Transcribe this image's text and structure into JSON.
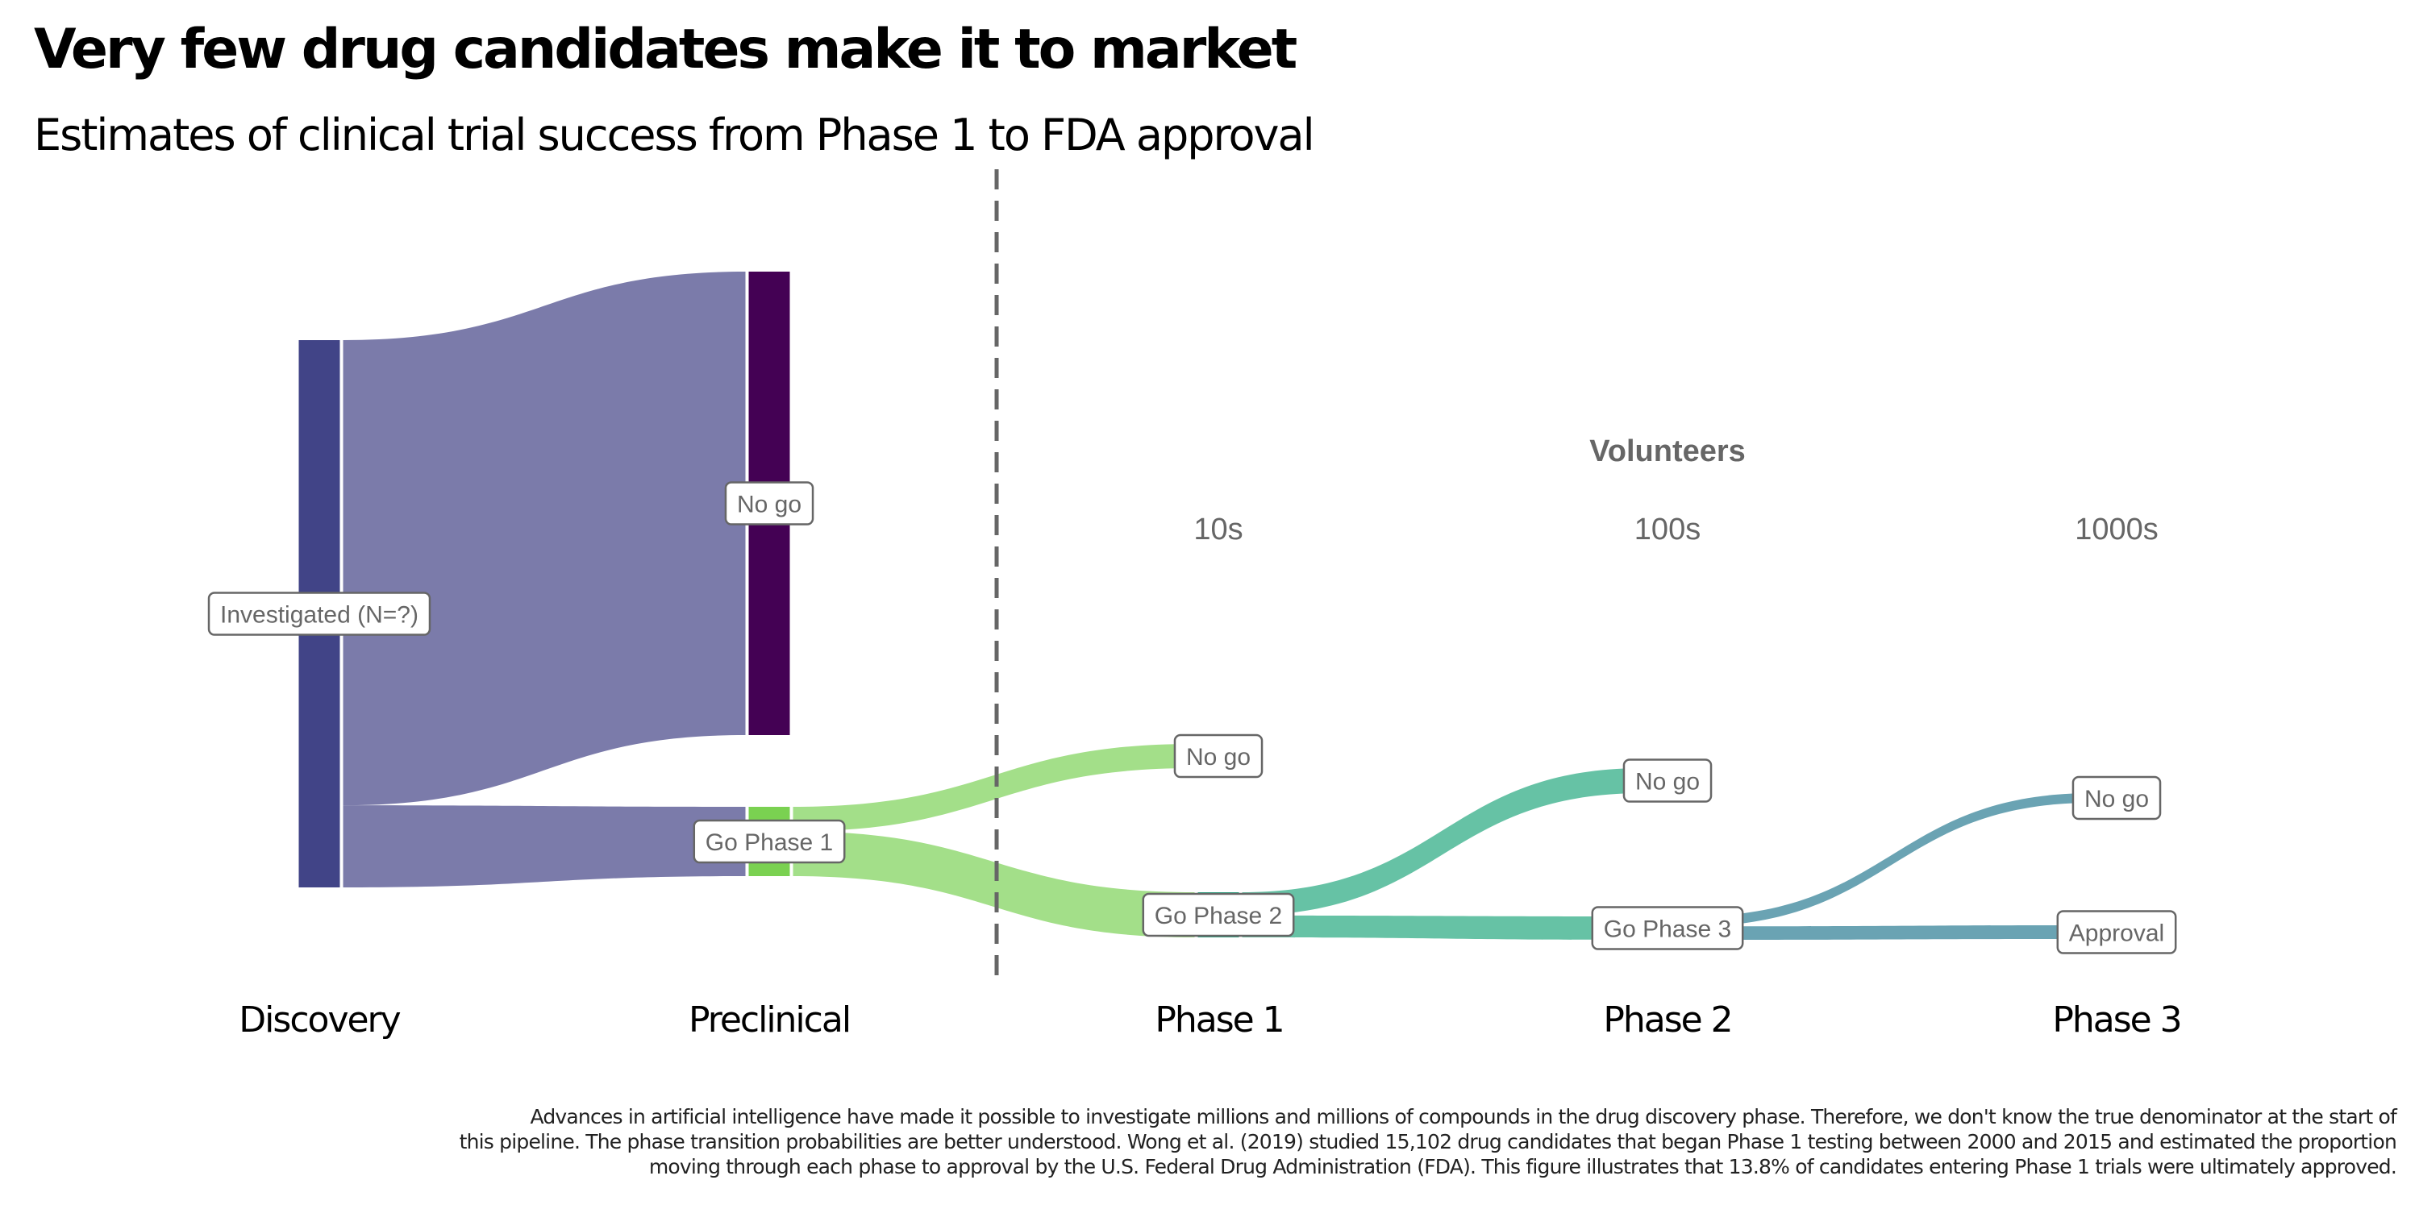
{
  "title": "Very few drug candidates make it to market",
  "subtitle": "Estimates of clinical trial success from Phase 1 to FDA approval",
  "caption_lines": [
    "Advances in artificial intelligence have made it possible to investigate millions and millions of compounds in the drug discovery phase. Therefore, we don't know the true denominator at the start of",
    "this pipeline. The phase transition probabilities are better understood. Wong et al. (2019) studied 15,102 drug candidates that began Phase 1 testing between 2000 and 2015 and estimated the proportion",
    "moving through each phase to approval by the U.S. Federal Drug Administration (FDA). This figure illustrates that 13.8% of candidates entering Phase 1 trials were ultimately approved."
  ],
  "chart_data": {
    "type": "sankey",
    "title": "Very few drug candidates make it to market",
    "subtitle": "Estimates of clinical trial success from Phase 1 to FDA approval",
    "stages": [
      "Discovery",
      "Preclinical",
      "Phase 1",
      "Phase 2",
      "Phase 3"
    ],
    "volunteers": {
      "header": "Volunteers",
      "by_stage": {
        "Phase 1": "10s",
        "Phase 2": "100s",
        "Phase 3": "1000s"
      }
    },
    "divider_after_stage": "Preclinical",
    "nodes": [
      {
        "id": "investigated",
        "label": "Investigated (N=?)",
        "stage": 0,
        "value": 100,
        "color": "#414487"
      },
      {
        "id": "pre_nogo",
        "label": "No go",
        "stage": 1,
        "value": 85,
        "color": "#440154"
      },
      {
        "id": "go_p1",
        "label": "Go Phase 1",
        "stage": 1,
        "value": 15,
        "color": "#7ad151"
      },
      {
        "id": "p1_nogo",
        "label": "No go",
        "stage": 2,
        "value": 5.3,
        "color": "#a3df89"
      },
      {
        "id": "go_p2",
        "label": "Go Phase 2",
        "stage": 2,
        "value": 9.7,
        "color": "#22a884"
      },
      {
        "id": "p2_nogo",
        "label": "No go",
        "stage": 3,
        "value": 5.0,
        "color": "#66c2a5"
      },
      {
        "id": "go_p3",
        "label": "Go Phase 3",
        "stage": 3,
        "value": 4.7,
        "color": "#66c2a5"
      },
      {
        "id": "p3_nogo",
        "label": "No go",
        "stage": 4,
        "value": 2.0,
        "color": "#6aa3b3"
      },
      {
        "id": "approval",
        "label": "Approval",
        "stage": 4,
        "value": 2.7,
        "color": "#6aa3b3"
      }
    ],
    "links": [
      {
        "source": "investigated",
        "target": "pre_nogo",
        "value": 85,
        "color": "#7b7baa"
      },
      {
        "source": "investigated",
        "target": "go_p1",
        "value": 15,
        "color": "#7b7baa"
      },
      {
        "source": "go_p1",
        "target": "p1_nogo",
        "value": 5.3,
        "color": "#a3df89"
      },
      {
        "source": "go_p1",
        "target": "go_p2",
        "value": 9.7,
        "color": "#a3df89"
      },
      {
        "source": "go_p2",
        "target": "p2_nogo",
        "value": 5.0,
        "color": "#66c2a5"
      },
      {
        "source": "go_p2",
        "target": "go_p3",
        "value": 4.7,
        "color": "#66c2a5"
      },
      {
        "source": "go_p3",
        "target": "p3_nogo",
        "value": 2.0,
        "color": "#6aa3b3"
      },
      {
        "source": "go_p3",
        "target": "approval",
        "value": 2.7,
        "color": "#6aa3b3"
      }
    ]
  }
}
